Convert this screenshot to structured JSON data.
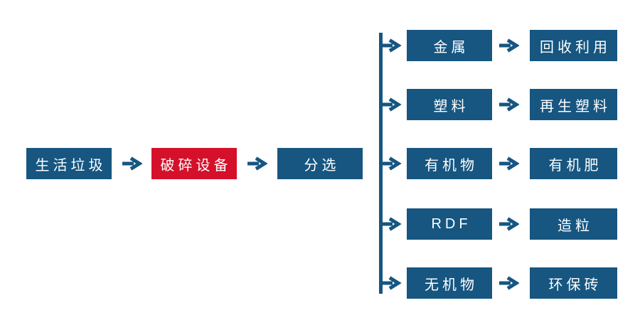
{
  "colors": {
    "blue": "#165681",
    "red": "#d5102b",
    "text_on_box": "#ffffff",
    "background": "#ffffff"
  },
  "flow": {
    "main_nodes": [
      {
        "label": "生活垃圾",
        "variant": "blue"
      },
      {
        "label": "破碎设备",
        "variant": "red"
      },
      {
        "label": "分选",
        "variant": "blue"
      }
    ],
    "branch_rows": [
      {
        "category": "金属",
        "output": "回收利用"
      },
      {
        "category": "塑料",
        "output": "再生塑料"
      },
      {
        "category": "有机物",
        "output": "有机肥"
      },
      {
        "category": "RDF",
        "output": "造粒"
      },
      {
        "category": "无机物",
        "output": "环保砖"
      }
    ]
  }
}
